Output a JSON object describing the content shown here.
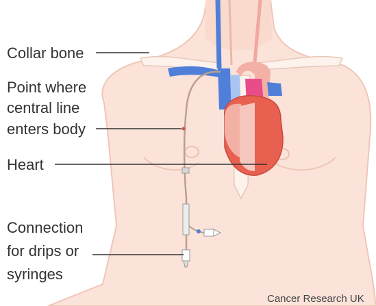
{
  "labels": {
    "collar_bone": [
      "Collar bone"
    ],
    "central_line_entry": [
      "Point where",
      "central line",
      "enters body"
    ],
    "heart": [
      "Heart"
    ],
    "connection": [
      "Connection",
      "for drips or",
      "syringes"
    ]
  },
  "credit": "Cancer Research UK",
  "colors": {
    "skin": "#fbe3da",
    "skin_outline": "#efc6b6",
    "bone": "#fdf2ec",
    "vein_blue": "#4f7fd8",
    "vein_light": "#a9c4f0",
    "heart_red": "#e8604f",
    "heart_pink": "#f3b1a6",
    "artery_pink": "#e84d8a",
    "leader_line": "#333333",
    "catheter": "#b9a08f"
  }
}
